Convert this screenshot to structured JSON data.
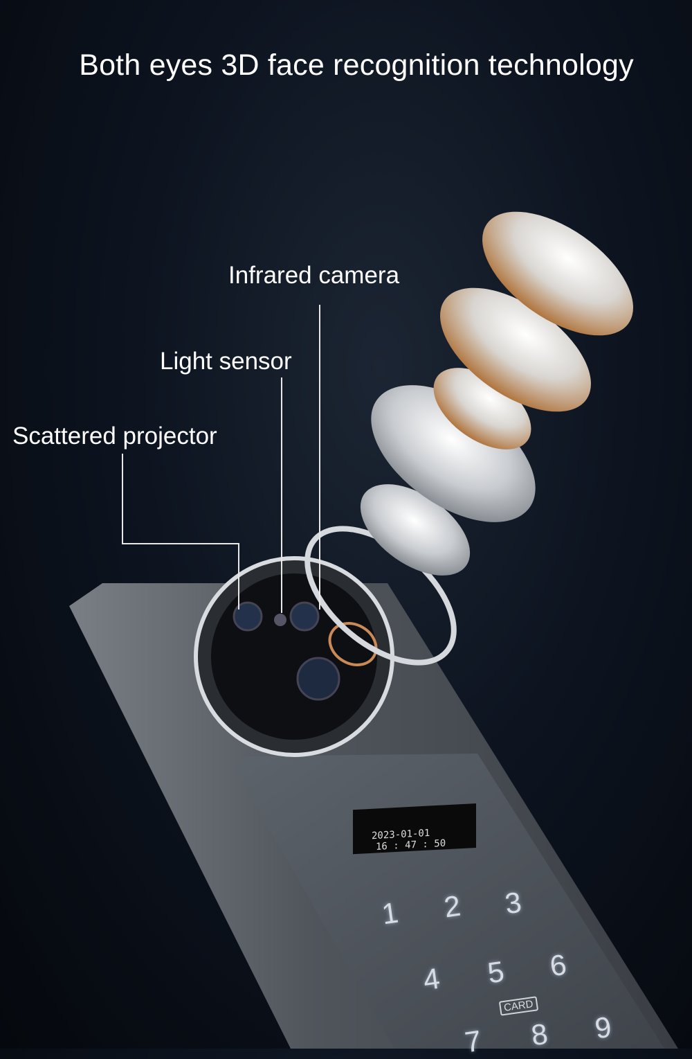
{
  "title": "Both eyes 3D face recognition technology",
  "labels": {
    "infrared_camera": "Infrared camera",
    "light_sensor": "Light sensor",
    "scattered_projector": "Scattered projector"
  },
  "lcd": {
    "date": "2023-01-01",
    "time": "16 : 47 : 50"
  },
  "keypad": [
    "1",
    "2",
    "3",
    "4",
    "5",
    "6",
    "7",
    "8",
    "9"
  ],
  "card_label": "CARD"
}
